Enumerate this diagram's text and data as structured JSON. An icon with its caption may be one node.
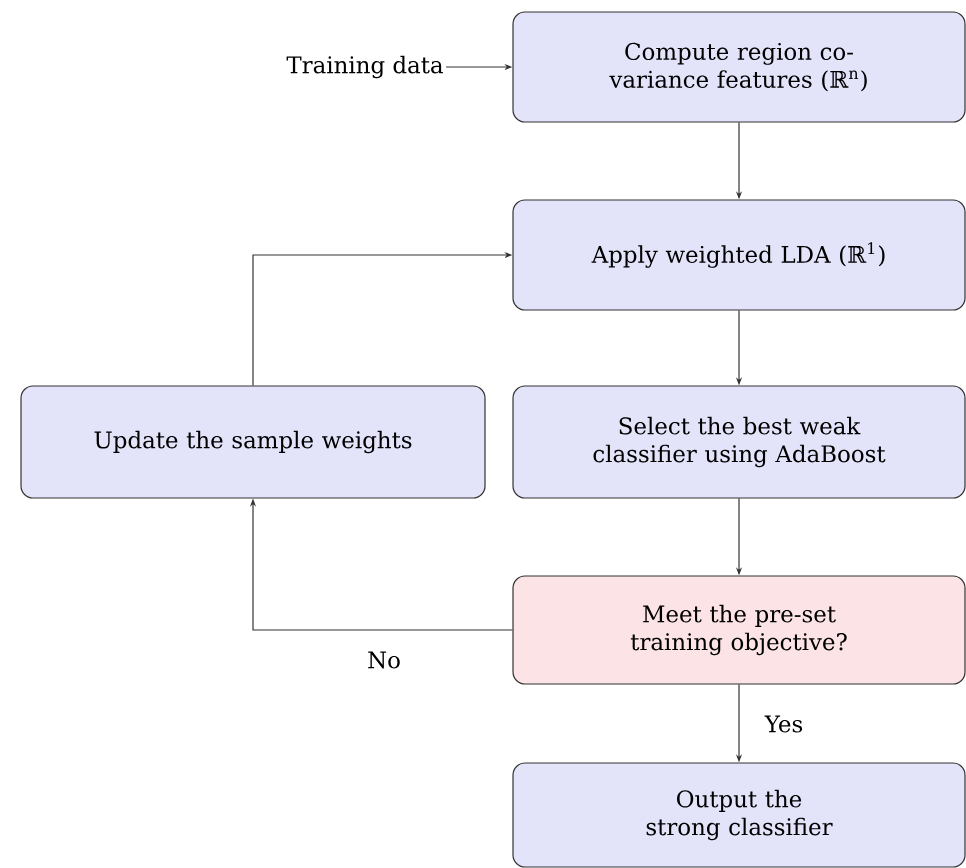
{
  "diagram": {
    "nodes": [
      {
        "text": [
          "Training data"
        ]
      },
      {
        "text": [
          "Compute region co-variance features (ℝ$^{n}$)"
        ]
      },
      {
        "text": [
          "Apply weighted LDA (ℝ$^{1}$)"
        ]
      },
      {
        "text": [
          "Update the sample weights"
        ]
      },
      {
        "text": [
          "Select the best weak classifier using AdaBoost"
        ]
      },
      {
        "text": [
          "Meet the pre-set training objective?"
        ]
      },
      {
        "text": [
          "Output the strong classifier"
        ]
      }
    ],
    "edges": [
      {
        "from": 0,
        "to": 1,
        "arrow": "to"
      },
      {
        "from": 1,
        "to": 2,
        "arrow": "to"
      },
      {
        "from": 3,
        "to": 2,
        "arrow": "to"
      },
      {
        "from": 2,
        "to": 4,
        "arrow": "to"
      },
      {
        "from": 4,
        "to": 5,
        "arrow": "to"
      },
      {
        "from": 5,
        "to": 3,
        "arrow": "to",
        "label": "No"
      },
      {
        "from": 5,
        "to": 6,
        "arrow": "to",
        "label": "Yes"
      }
    ]
  }
}
